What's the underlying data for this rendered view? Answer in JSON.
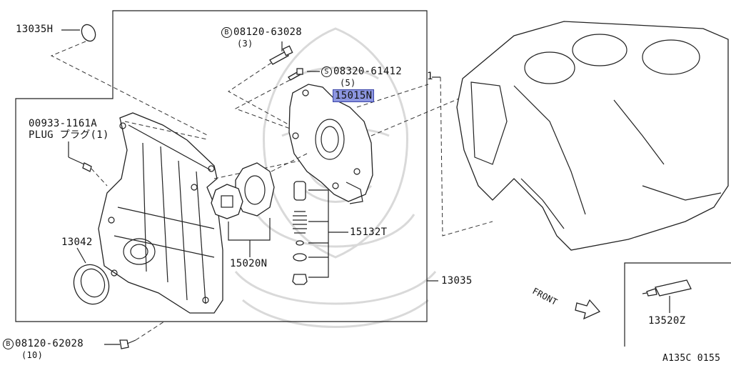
{
  "callouts": {
    "c13035H": "13035H",
    "bolt_top_prefix": "B",
    "bolt_top_num": "08120-63028",
    "bolt_top_qty": "(3)",
    "screw_prefix": "S",
    "screw_num": "08320-61412",
    "screw_qty": "(5)",
    "pump_highlight": "15015N",
    "plug_num": "00933-1161A",
    "plug_label": "PLUG プラグ(1)",
    "c13042": "13042",
    "c15020N": "15020N",
    "c15132T": "15132T",
    "c13035": "13035",
    "bolt_bottom_prefix": "B",
    "bolt_bottom_num": "08120-62028",
    "bolt_bottom_qty": "(10)",
    "leader_1": "1",
    "front": "FRONT",
    "c13520Z": "13520Z",
    "diagram_id": "A135C 0155"
  },
  "colors": {
    "highlight_fill": "#8c96e0",
    "line": "#222222",
    "watermark": "#d9d9d9"
  }
}
